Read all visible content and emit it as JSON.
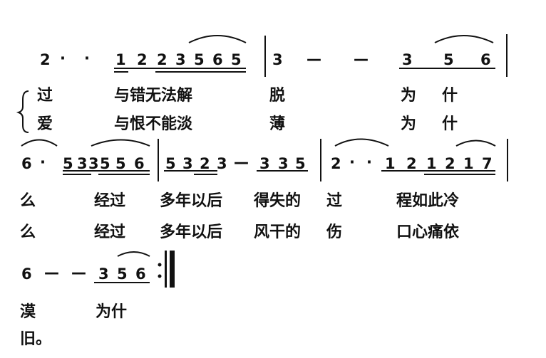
{
  "score": {
    "row1": {
      "notes": [
        "2",
        "·",
        "·",
        "1",
        "2",
        "2",
        "3",
        "5",
        "6",
        "5",
        "3",
        "—",
        "—",
        "3",
        "5",
        "6"
      ],
      "lyrics_v1": [
        "过",
        "与错无法解",
        "脱",
        "为什"
      ],
      "lyrics_v2": [
        "爱",
        "与恨不能淡",
        "薄",
        "为什"
      ]
    },
    "row2": {
      "notes": [
        "6",
        "·",
        "5",
        "3",
        "3",
        "5",
        "5",
        "6",
        "5",
        "3",
        "2",
        "3",
        "—",
        "3",
        "3",
        "5",
        "2",
        "·",
        "·",
        "1",
        "2",
        "1",
        "2",
        "1",
        "7"
      ],
      "lyrics_v1": [
        "么",
        "经过",
        "多年以后",
        "得失的",
        "过",
        "程如此冷"
      ],
      "lyrics_v2": [
        "么",
        "经过",
        "多年以后",
        "风干的",
        "伤",
        "口心痛依"
      ]
    },
    "row3": {
      "notes": [
        "6",
        "—",
        "—",
        "3",
        "5",
        "6"
      ],
      "lyrics_v1": [
        "漠",
        "为什"
      ],
      "lyrics_v2": [
        "旧。"
      ]
    }
  }
}
